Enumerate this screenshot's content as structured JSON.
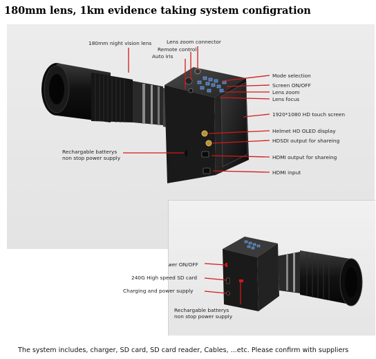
{
  "title": "180mm lens, 1km evidence taking system configration",
  "panel1": {
    "labels": {
      "lens": "180mm night vision lens",
      "zoom_connector": "Lens zoom connector",
      "remote": "Remote control",
      "auto_iris": "Auto iris",
      "mode": "Mode selection",
      "screen": "Screen ON/OFF",
      "lens_zoom": "Lens zoom",
      "lens_focus": "Lens focus",
      "touch": "1920*1080 HD touch screen",
      "oled": "Helmet HD OLED display",
      "hdsdi": "HDSDI output for shareing",
      "hdmi_out": "HDMI output for shareing",
      "hdmi_in": "HDMI input",
      "battery_1": "Rechargable batterys",
      "battery_2": "non stop power supply"
    }
  },
  "panel2": {
    "labels": {
      "power": "Power ON/OFF",
      "sd": "240G High speed SD card",
      "charging": "Charging and power supply",
      "battery_1": "Rechargable batterys",
      "battery_2": "non stop power supply"
    }
  },
  "footer": "The system includes, charger, SD card, SD card reader, Cables, ...etc. Please confirm with suppliers",
  "colors": {
    "callout": "#d41818",
    "panel_bg": "#e6e6e6",
    "camera_body": "#1c1c1c"
  }
}
